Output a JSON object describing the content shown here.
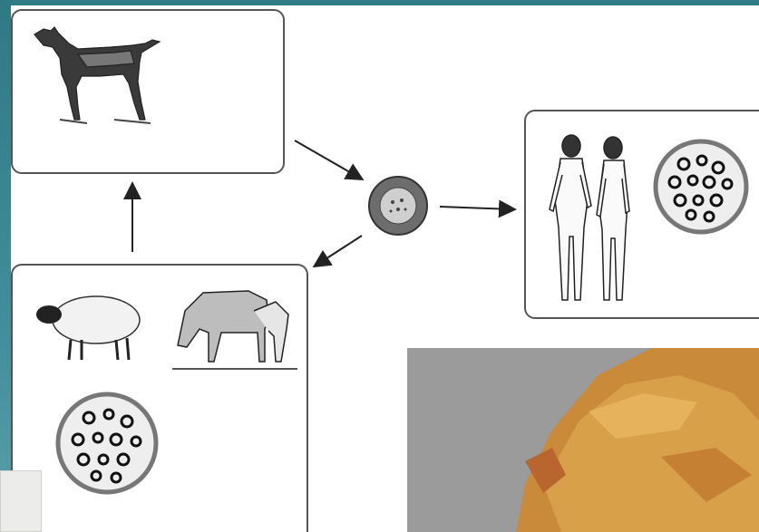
{
  "diagram": {
    "nodes": [
      {
        "id": "definitive-host",
        "icon": "dog-icon"
      },
      {
        "id": "intermediate-human",
        "icons": [
          "man-icon",
          "woman-icon",
          "hydatid-cyst-icon"
        ]
      },
      {
        "id": "intermediate-livestock",
        "icons": [
          "sheep-icon",
          "horse-icon",
          "foal-icon",
          "hydatid-cyst-icon"
        ]
      },
      {
        "id": "egg",
        "icon": "egg-cyst-icon"
      }
    ],
    "edges": [
      {
        "from": "definitive-host",
        "to": "egg"
      },
      {
        "from": "egg",
        "to": "intermediate-human"
      },
      {
        "from": "egg",
        "to": "intermediate-livestock"
      },
      {
        "from": "intermediate-livestock",
        "to": "definitive-host"
      }
    ]
  },
  "photo": {
    "subject": "specimen-photo",
    "colors": {
      "background": "#9a9a9a",
      "tissue": "#c98a3a"
    }
  },
  "colors": {
    "accent": "#2f7d84",
    "line": "#333333"
  }
}
